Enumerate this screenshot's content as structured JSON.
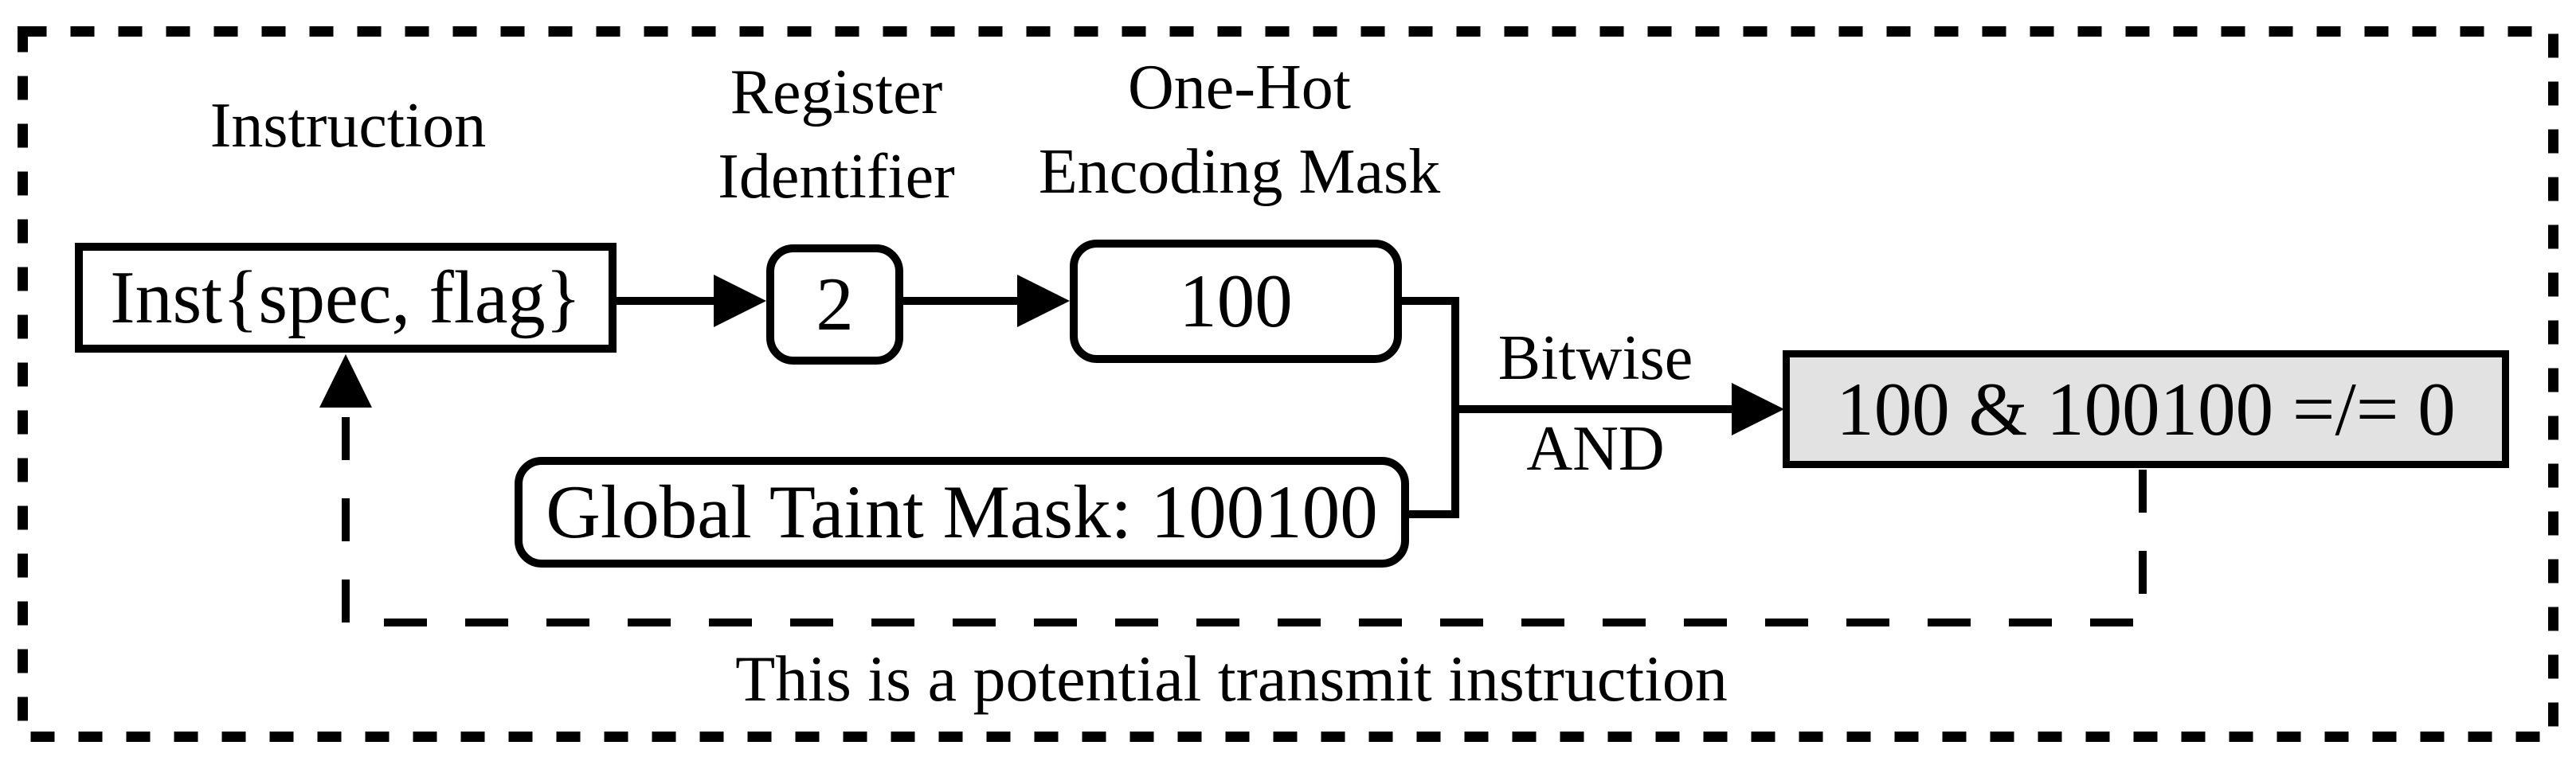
{
  "figure": {
    "labels": {
      "instruction": "Instruction",
      "register_identifier_line1": "Register",
      "register_identifier_line2": "Identifier",
      "onehot_line1": "One-Hot",
      "onehot_line2": "Encoding Mask",
      "bitwise_line1": "Bitwise",
      "bitwise_line2": "AND",
      "caption": "This is a potential transmit instruction"
    },
    "nodes": {
      "instruction_value": "Inst{spec, flag}",
      "register_identifier_value": "2",
      "onehot_mask_value": "100",
      "global_taint_mask": "Global Taint Mask: 100100",
      "result_expression": "100 & 100100 =/= 0"
    },
    "colors": {
      "background": "#ffffff",
      "line_color": "#000000",
      "result_box_fill": "#e2e2e2"
    }
  }
}
